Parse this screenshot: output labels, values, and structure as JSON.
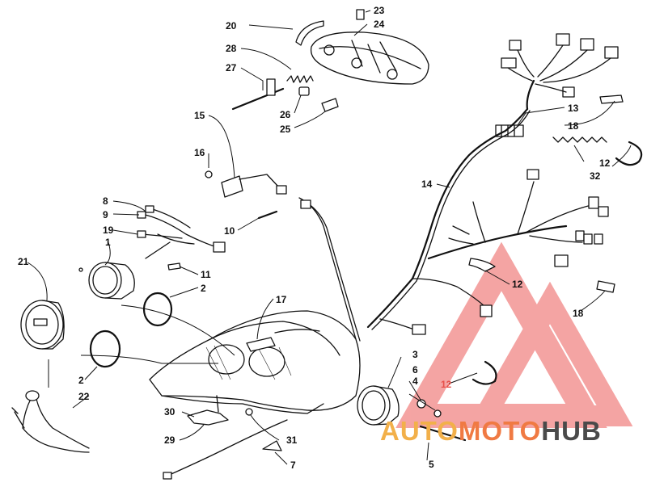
{
  "watermark": {
    "brand_part1": "AUTO",
    "brand_part2": "MOTO",
    "brand_part3": "HUB",
    "color_part1": "#f2b04a",
    "color_part2": "#f07a43",
    "color_part3": "#4a4a4a",
    "logo_color": "#ec5a58"
  },
  "labels": {
    "p1": "1",
    "p2a": "2",
    "p2b": "2",
    "p3": "3",
    "p4": "4",
    "p5": "5",
    "p6": "6",
    "p7": "7",
    "p8": "8",
    "p9": "9",
    "p10": "10",
    "p11": "11",
    "p12a": "12",
    "p12b": "12",
    "p12c": "12",
    "p13": "13",
    "p14": "14",
    "p15": "15",
    "p16": "16",
    "p17": "17",
    "p18a": "18",
    "p18b": "18",
    "p19": "19",
    "p20": "20",
    "p21": "21",
    "p22": "22",
    "p23": "23",
    "p24": "24",
    "p25": "25",
    "p26": "26",
    "p27": "27",
    "p28": "28",
    "p29": "29",
    "p30": "30",
    "p31": "31",
    "p32": "32"
  }
}
